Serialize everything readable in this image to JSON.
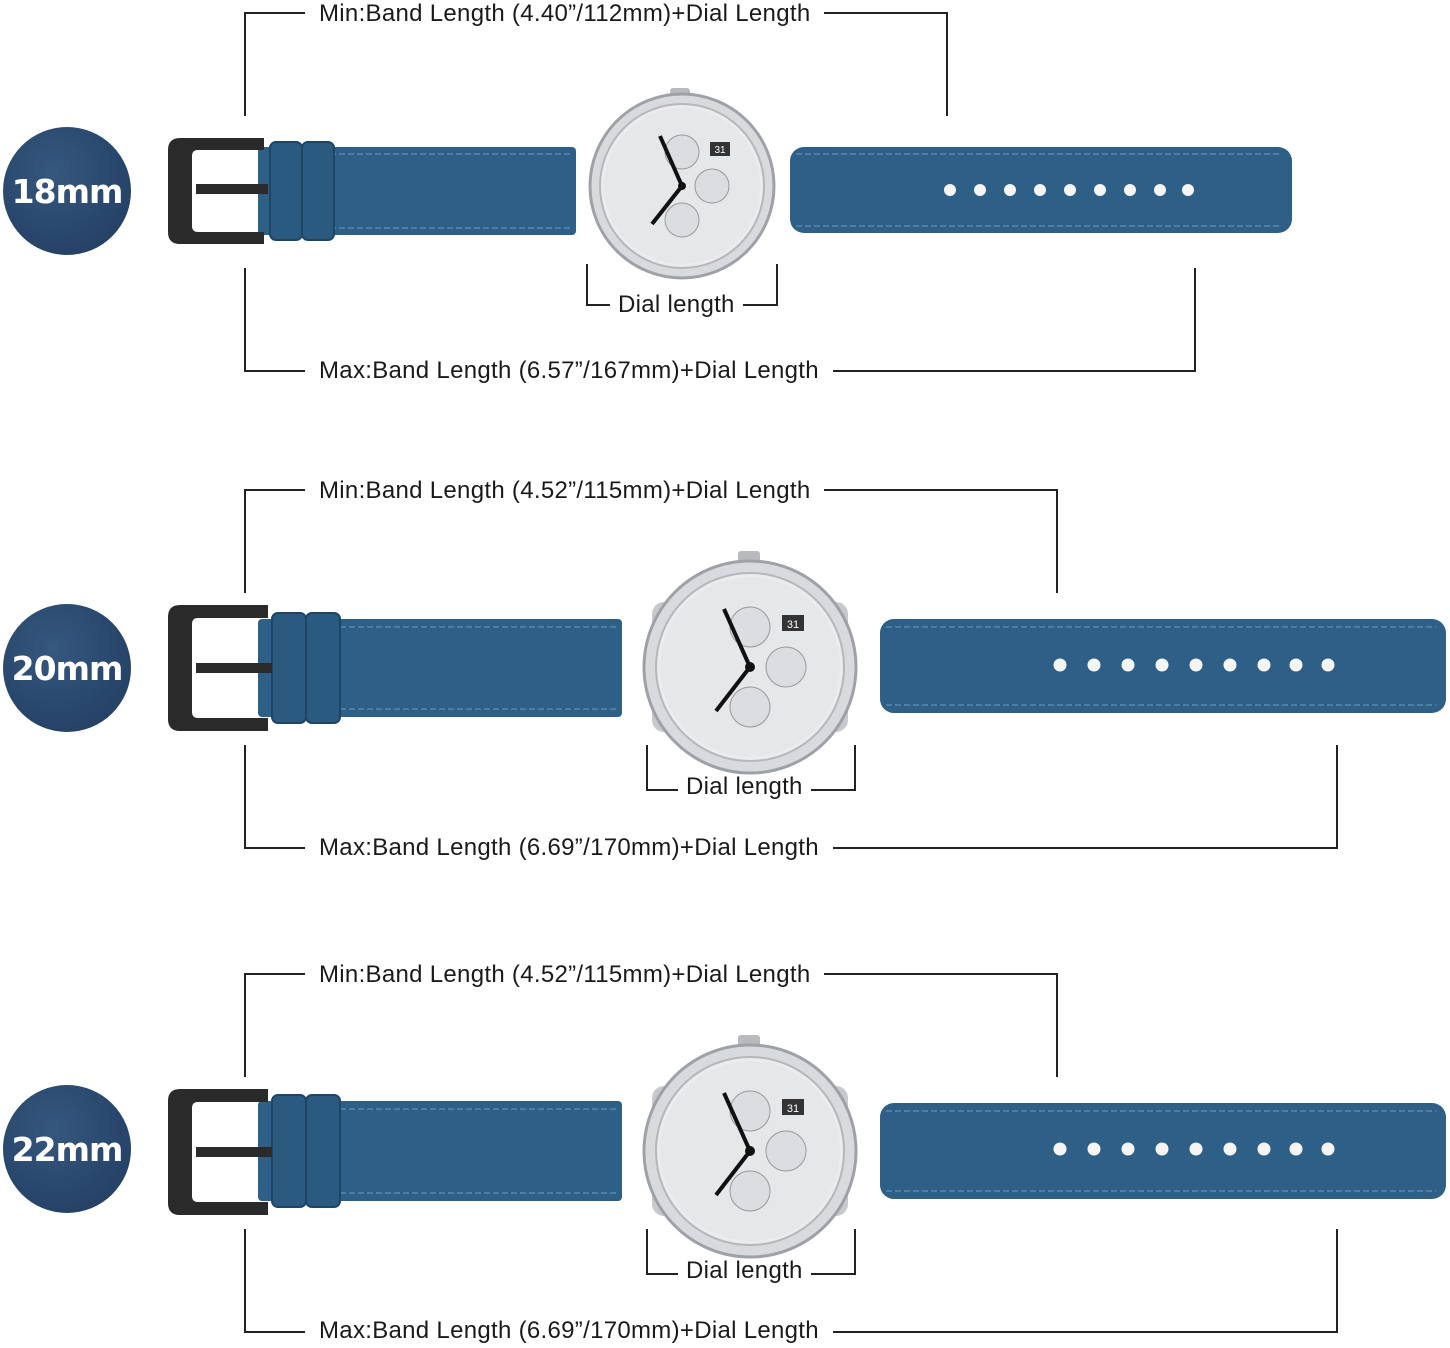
{
  "rows": [
    {
      "size": "18mm",
      "min_label": "Min:Band Length (4.40”/112mm)+Dial Length",
      "max_label": "Max:Band Length (6.57”/167mm)+Dial Length",
      "dial_label": "Dial length"
    },
    {
      "size": "20mm",
      "min_label": "Min:Band Length (4.52”/115mm)+Dial Length",
      "max_label": "Max:Band Length (6.69”/170mm)+Dial Length",
      "dial_label": "Dial length"
    },
    {
      "size": "22mm",
      "min_label": "Min:Band Length (4.52”/115mm)+Dial Length",
      "max_label": "Max:Band Length (6.69”/170mm)+Dial Length",
      "dial_label": "Dial length"
    }
  ],
  "colors": {
    "strap": "#2e5f86",
    "badge": "#2b4a70",
    "buckle": "#2a2a2a",
    "dial": "#e8e9eb"
  },
  "date_window": "31"
}
